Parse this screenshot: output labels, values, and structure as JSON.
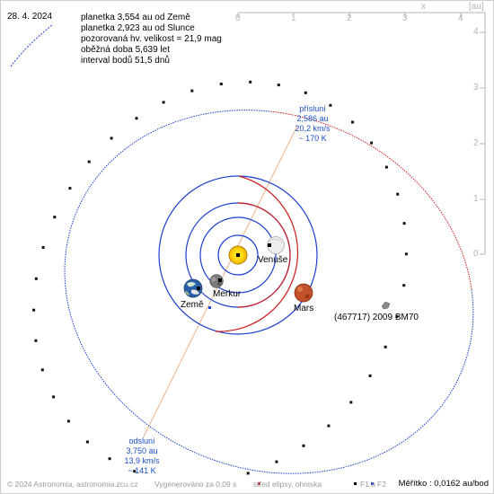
{
  "header": {
    "date": "28. 4. 2024",
    "info_lines": [
      "planetka 3,554 au od Země",
      "planetka 2,923 au od Slunce",
      "pozorovaná hv. velikost = 21,9 mag",
      "oběžná doba 5,639 let",
      "interval bodů 51,5 dnů"
    ]
  },
  "axes": {
    "x_unit": "x",
    "unit_label": "[au]",
    "x_ticks": [
      "0",
      "1",
      "2",
      "3",
      "4"
    ],
    "y_ticks": [
      "4",
      "3",
      "2",
      "1",
      "0"
    ]
  },
  "perihelion": {
    "title": "přísluní",
    "distance": "2,586 au",
    "speed": "20,2 km/s",
    "temp": "~ 170 K"
  },
  "aphelion": {
    "title": "odsluní",
    "distance": "3,750 au",
    "speed": "13,9 km/s",
    "temp": "~ 141 K"
  },
  "bodies": {
    "earth": "Země",
    "mercury": "Merkur",
    "venus": "Venuše",
    "mars": "Mars",
    "asteroid": "(467717) 2009 BM70"
  },
  "footer": {
    "copyright": "© 2024 Astronomia, astronomia.zcu.cz",
    "generated": "Vygenerováno za 0,09 s",
    "legend_center": "střed elipsy, ohniska",
    "legend_f1": "F1 a",
    "legend_f2": "F2",
    "scale": "Měřítko : 0,0162 au/bod"
  },
  "colors": {
    "orbit_blue": "#1b3fcc",
    "orbit_red": "#cc1b1b",
    "apsis_line": "#f2b48a",
    "axis_gray": "#b5b5b5"
  }
}
